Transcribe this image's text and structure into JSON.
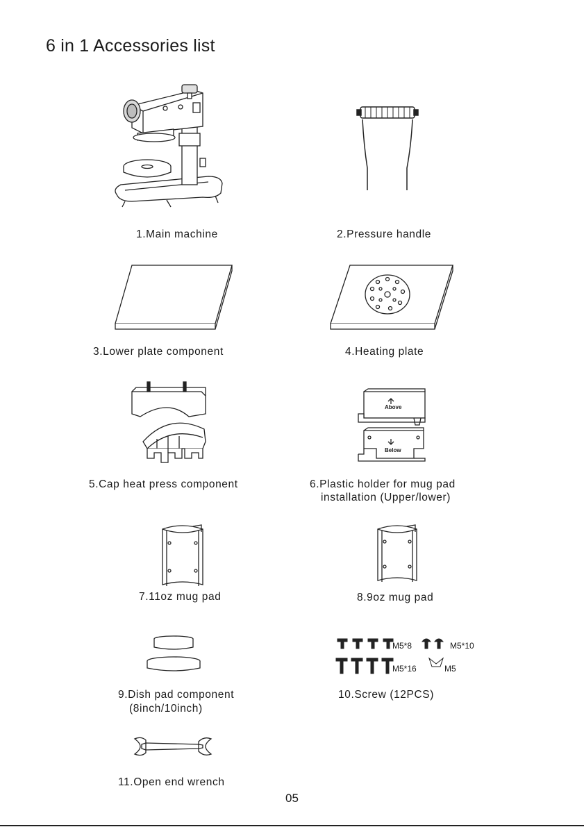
{
  "page": {
    "title": "6 in 1 Accessories list",
    "page_number": "05"
  },
  "items": [
    {
      "caption": "1.Main machine"
    },
    {
      "caption": "2.Pressure handle"
    },
    {
      "caption": "3.Lower plate component"
    },
    {
      "caption": "4.Heating plate"
    },
    {
      "caption": "5.Cap heat press component"
    },
    {
      "caption": "6.Plastic holder for mug pad",
      "caption_line2": "installation (Upper/lower)"
    },
    {
      "caption": "7.11oz mug pad"
    },
    {
      "caption": "8.9oz mug pad"
    },
    {
      "caption": "9.Dish pad component",
      "caption_line2": "(8inch/10inch)"
    },
    {
      "caption": "10.Screw (12PCS)"
    },
    {
      "caption": "11.Open end wrench"
    }
  ],
  "holder_labels": {
    "upper": "Above",
    "lower": "Below"
  },
  "screw_labels": {
    "m5x8": "M5*8",
    "m5x10": "M5*10",
    "m5x16": "M5*16",
    "m5": "M5"
  }
}
